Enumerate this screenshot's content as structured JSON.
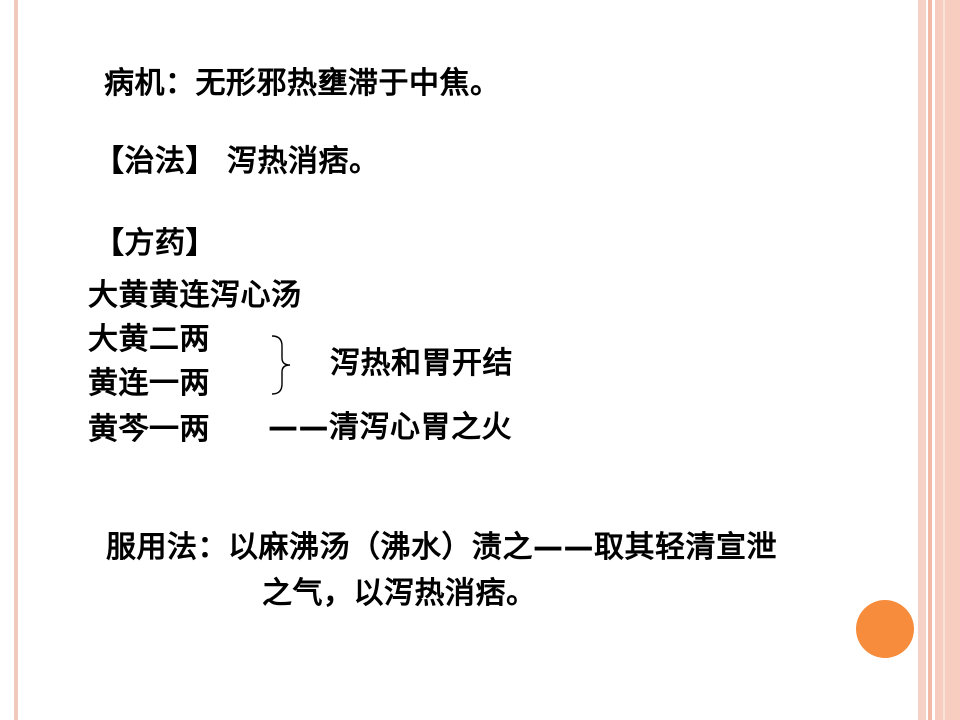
{
  "slide": {
    "pathology": "病机：无形邪热壅滞于中焦。",
    "treatment": "【治法】 泻热消痞。",
    "formula_heading": "【方药】",
    "formula_name": "大黄黄连泻心汤",
    "herbs": [
      "大黄二两",
      "黄连一两",
      "黄芩一两"
    ],
    "effect_group": "泻热和胃开结",
    "effect_single": "——清泻心胃之火",
    "usage_line1": "服用法：以麻沸汤（沸水）渍之——取其轻清宣泄",
    "usage_line2": "之气，以泻热消痞。"
  },
  "theme": {
    "accent_orange": "#f68c3c",
    "stripe_color": "#f7cdbf"
  }
}
